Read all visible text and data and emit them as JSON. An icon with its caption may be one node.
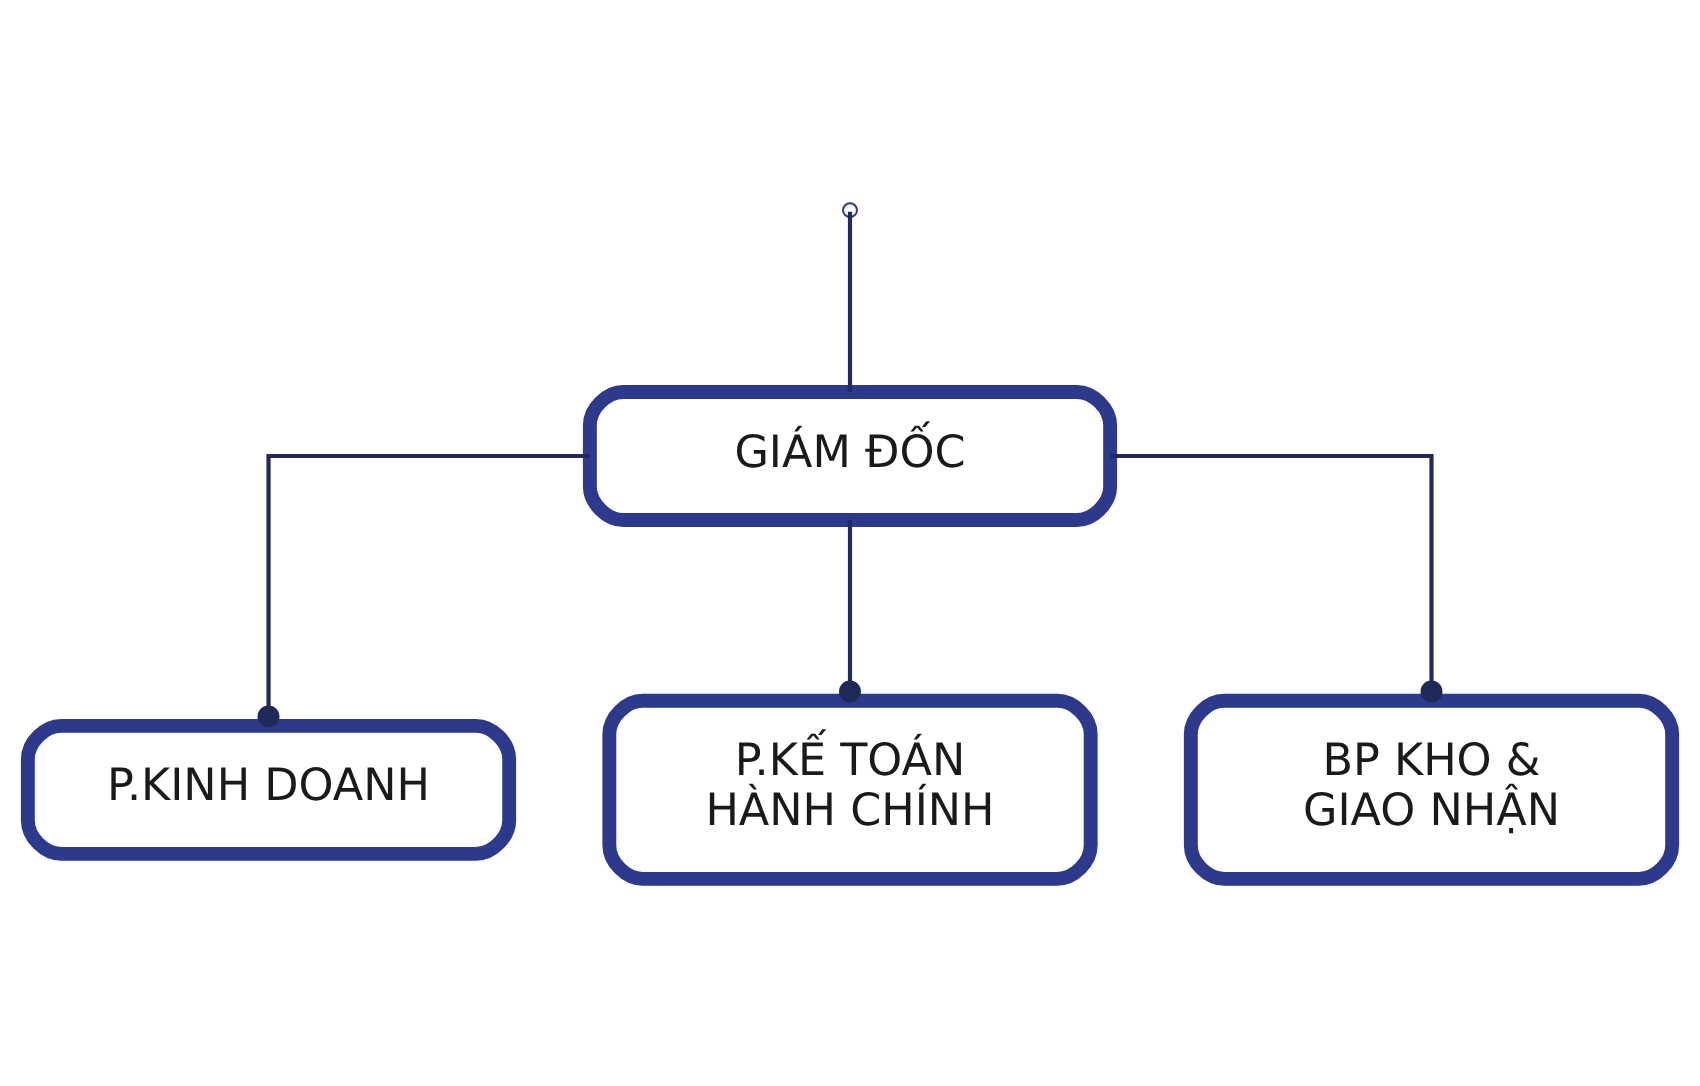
{
  "diagram": {
    "nodes": [
      {
        "text": [
          "GIÁM ĐỐC"
        ]
      },
      {
        "text": [
          "P.KINH DOANH"
        ]
      },
      {
        "text": [
          "P.KẾ TOÁN HÀNH CHÍNH"
        ]
      },
      {
        "text": [
          "BP KHO & GIAO NHẬN"
        ]
      }
    ],
    "edges": [
      {
        "from": null,
        "to": 0,
        "arrow": "none"
      },
      {
        "from": 0,
        "to": 1,
        "arrow": "other"
      },
      {
        "from": 0,
        "to": 2,
        "arrow": "other"
      },
      {
        "from": 0,
        "to": 3,
        "arrow": "other"
      }
    ]
  }
}
